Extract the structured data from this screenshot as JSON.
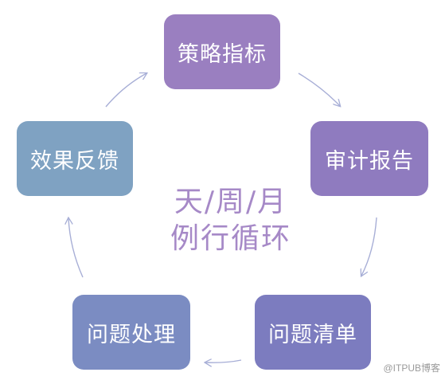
{
  "colors": {
    "strategy": "#9a7fc0",
    "audit": "#8f7bbf",
    "list": "#7c7cbf",
    "process": "#7b8cc2",
    "feedback": "#7fa2c2",
    "center_text": "#a689c7",
    "arrow": "#a7aed6"
  },
  "nodes": {
    "strategy": "策略指标",
    "audit": "审计报告",
    "list": "问题清单",
    "process": "问题处理",
    "feedback": "效果反馈"
  },
  "center": {
    "line1": "天/周/月",
    "line2": "例行循环"
  },
  "watermark": "@ITPUB博客"
}
